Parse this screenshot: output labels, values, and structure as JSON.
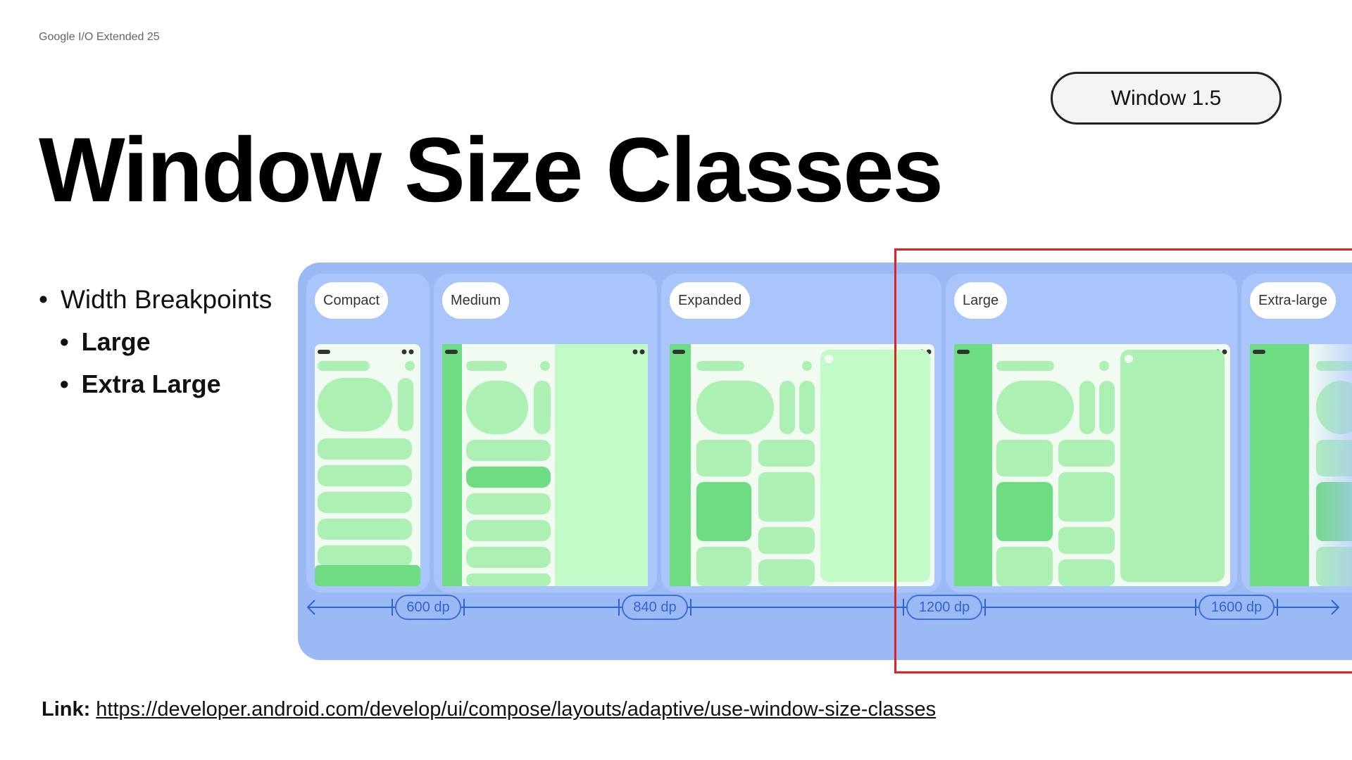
{
  "event": "Google I/O Extended 25",
  "badge": "Window 1.5",
  "title": "Window Size Classes",
  "bullets": {
    "level1": "Width Breakpoints",
    "level2": [
      "Large",
      "Extra Large"
    ]
  },
  "size_classes": [
    "Compact",
    "Medium",
    "Expanded",
    "Large",
    "Extra-large"
  ],
  "breakpoints": [
    "600 dp",
    "840 dp",
    "1200 dp",
    "1600 dp"
  ],
  "link": {
    "label": "Link:",
    "url": "https://developer.android.com/develop/ui/compose/layouts/adaptive/use-window-size-classes"
  },
  "colors": {
    "panel": "#9bbaf5",
    "column": "#aac5fb",
    "accent_blue": "#2f64d2",
    "green_dark": "#6edc82",
    "green_light": "#adf0b4",
    "highlight_red": "#e02222"
  }
}
